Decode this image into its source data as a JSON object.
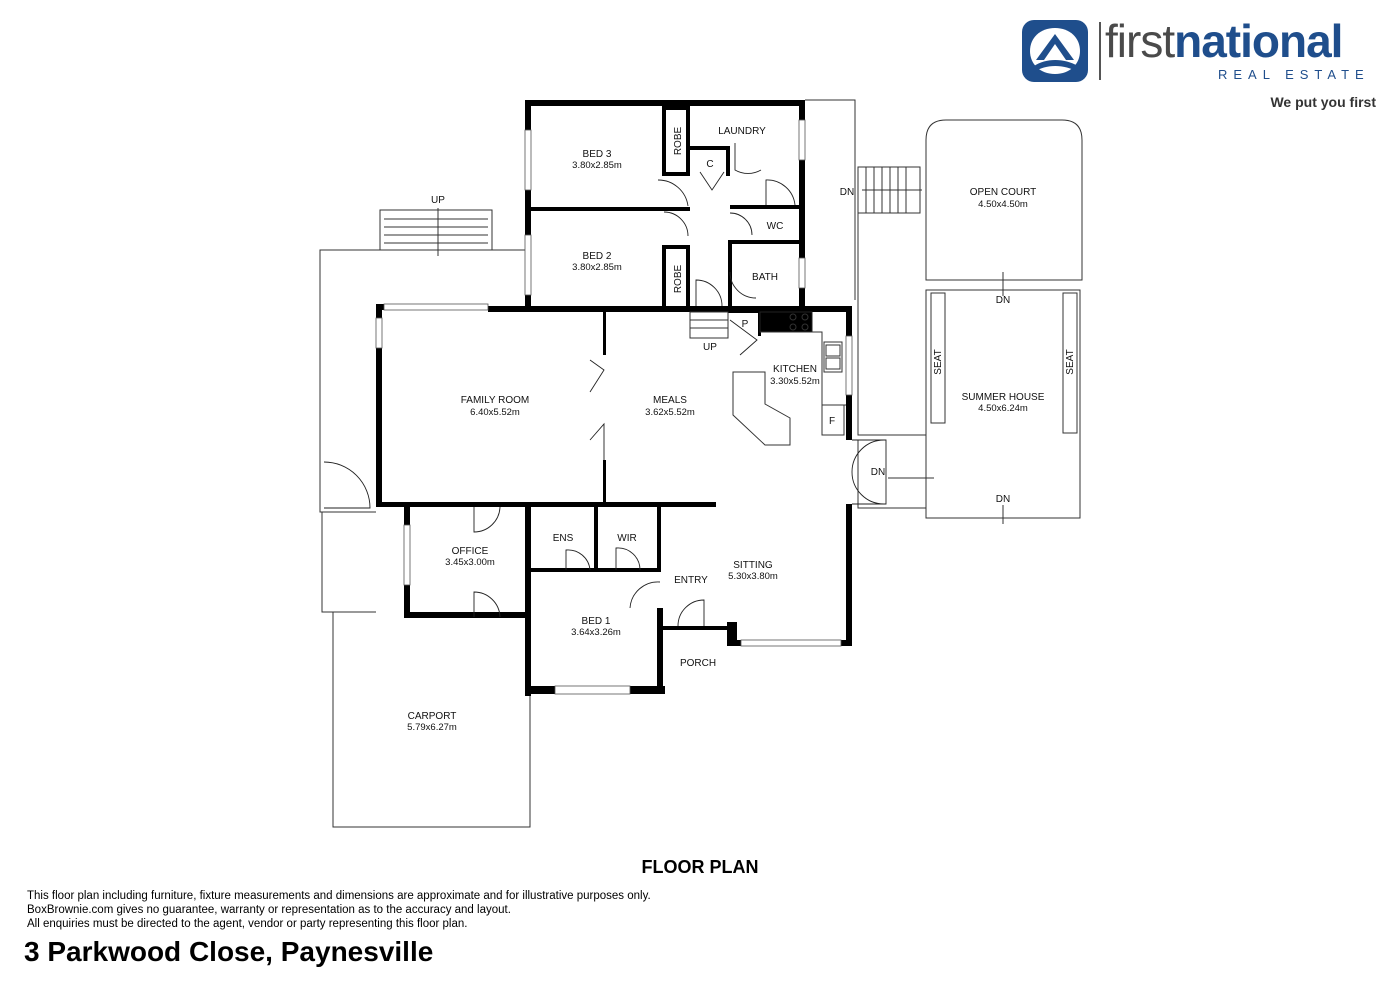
{
  "brand": {
    "name_part1": "first",
    "name_part2": "national",
    "subtitle": "REAL ESTATE",
    "tagline": "We put you first",
    "color_primary": "#1f4e8c",
    "color_grey": "#4a4a4a"
  },
  "plan": {
    "title": "FLOOR PLAN",
    "address": "3 Parkwood Close, Paynesville",
    "disclaimer": [
      "This floor plan including furniture, fixture measurements and dimensions are approximate and for illustrative purposes only.",
      "BoxBrownie.com gives no guarantee, warranty or representation as to the accuracy and layout.",
      "All enquiries must be directed to the agent, vendor or party representing this floor plan."
    ]
  },
  "rooms": {
    "bed3": {
      "name": "BED 3",
      "size": "3.80x2.85m"
    },
    "bed2": {
      "name": "BED 2",
      "size": "3.80x2.85m"
    },
    "laundry": {
      "name": "LAUNDRY"
    },
    "c": {
      "name": "C"
    },
    "wc": {
      "name": "WC"
    },
    "bath": {
      "name": "BATH"
    },
    "robe1": {
      "name": "ROBE"
    },
    "robe2": {
      "name": "ROBE"
    },
    "p": {
      "name": "P"
    },
    "kitchen": {
      "name": "KITCHEN",
      "size": "3.30x5.52m"
    },
    "f": {
      "name": "F"
    },
    "family": {
      "name": "FAMILY ROOM",
      "size": "6.40x5.52m"
    },
    "meals": {
      "name": "MEALS",
      "size": "3.62x5.52m"
    },
    "office": {
      "name": "OFFICE",
      "size": "3.45x3.00m"
    },
    "ens": {
      "name": "ENS"
    },
    "wir": {
      "name": "WIR"
    },
    "entry": {
      "name": "ENTRY"
    },
    "sitting": {
      "name": "SITTING",
      "size": "5.30x3.80m"
    },
    "bed1": {
      "name": "BED 1",
      "size": "3.64x3.26m"
    },
    "porch": {
      "name": "PORCH"
    },
    "carport": {
      "name": "CARPORT",
      "size": "5.79x6.27m"
    },
    "open_court": {
      "name": "OPEN COURT",
      "size": "4.50x4.50m"
    },
    "summer": {
      "name": "SUMMER HOUSE",
      "size": "4.50x6.24m"
    },
    "seat_left": {
      "name": "SEAT"
    },
    "seat_right": {
      "name": "SEAT"
    }
  },
  "stairs": {
    "up_deck": "UP",
    "up_hall": "UP",
    "dn_top": "DN",
    "dn_court": "DN",
    "dn_side": "DN",
    "dn_bottom": "DN"
  }
}
